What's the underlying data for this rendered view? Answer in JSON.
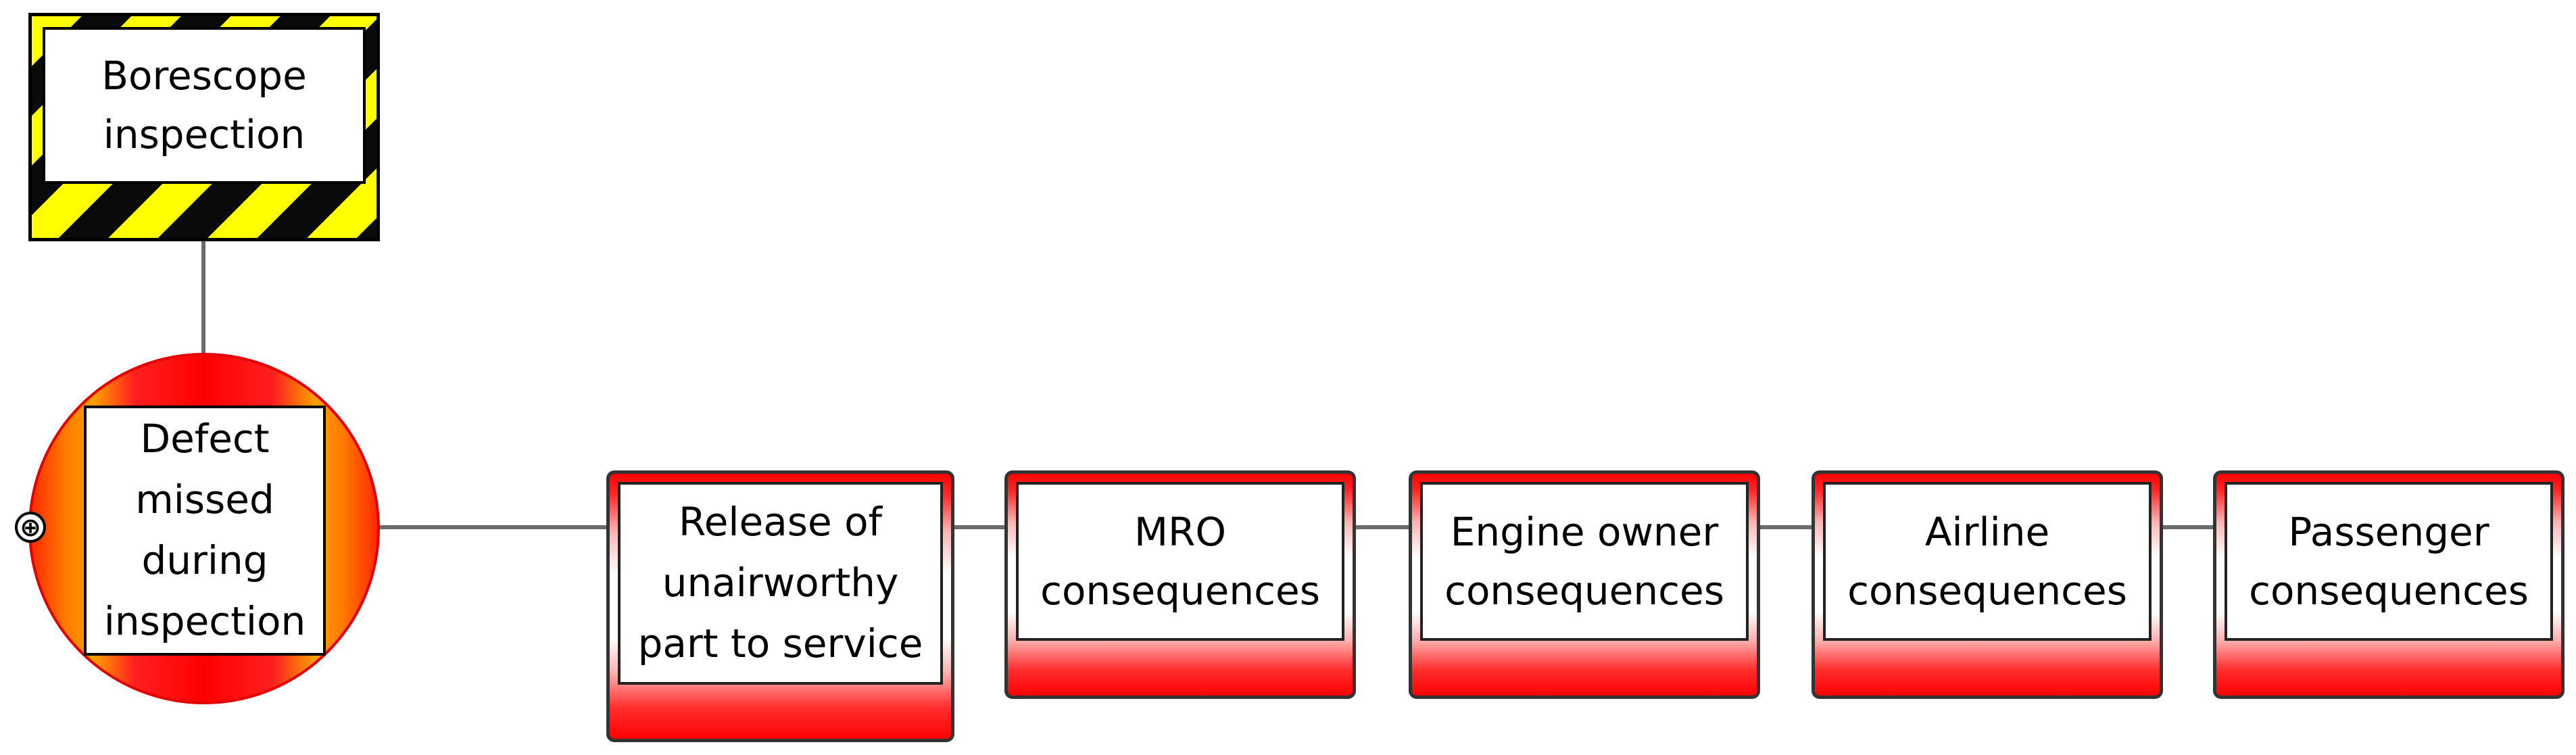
{
  "hazard": {
    "label": "Borescope\ninspection"
  },
  "top_event": {
    "label": "Defect\nmissed\nduring\ninspection"
  },
  "expand_toggle": {
    "symbol": "⊕"
  },
  "consequences": [
    {
      "label": "Release of\nunairworthy\npart to service"
    },
    {
      "label": "MRO\nconsequences"
    },
    {
      "label": "Engine owner\nconsequences"
    },
    {
      "label": "Airline\nconsequences"
    },
    {
      "label": "Passenger\nconsequences"
    }
  ],
  "colors": {
    "hazard_stripe_yellow": "#ffff00",
    "hazard_stripe_black": "#0a0a0a",
    "top_event_red": "#ff0000",
    "top_event_orange": "#ffa000",
    "consequence_red": "#ff0000",
    "connector": "#6b6b6b"
  }
}
